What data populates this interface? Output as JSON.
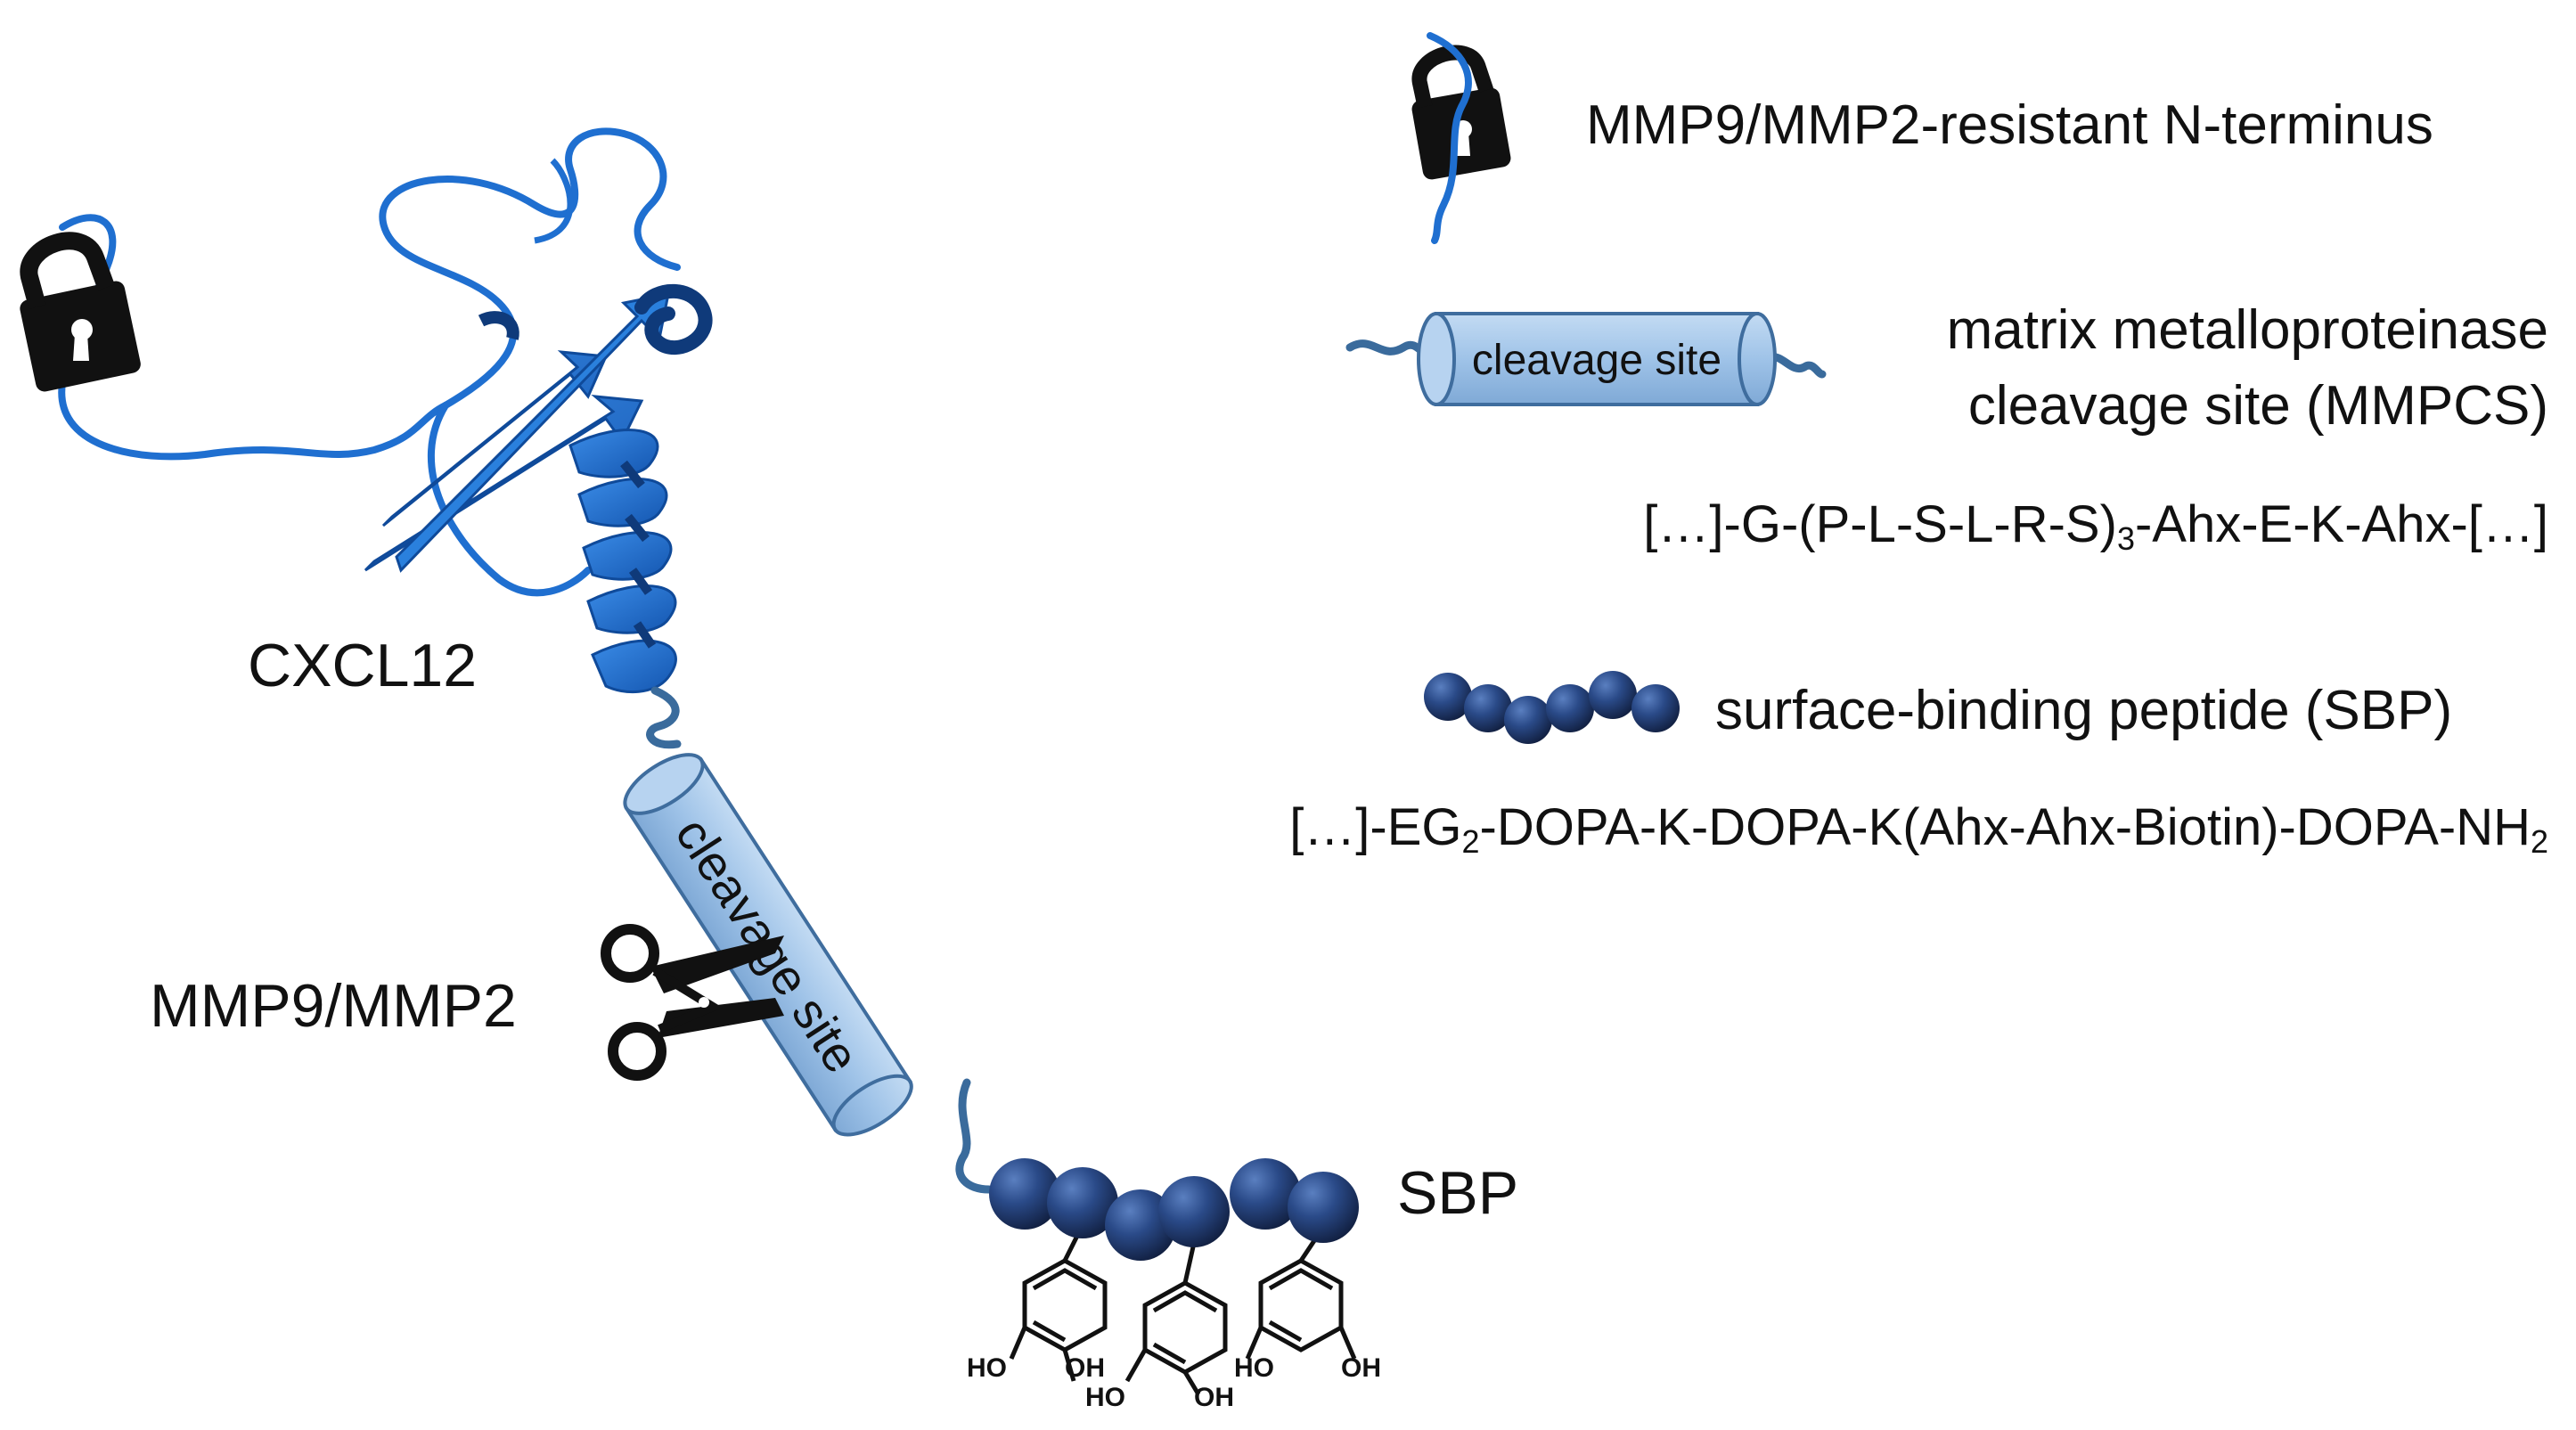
{
  "labels": {
    "protein": "CXCL12",
    "enzyme": "MMP9/MMP2",
    "sbp": "SBP",
    "cylinder_main": "cleavage site",
    "cylinder_legend": "cleavage site",
    "hydroxyl": "HO",
    "hydroxyl_right": "OH"
  },
  "legend": {
    "nterm": "MMP9/MMP2-resistant N-terminus",
    "mmpcs_line1": "matrix metalloproteinase",
    "mmpcs_line2": "cleavage site (MMPCS)",
    "mmpcs_seq_a": "[…]-G-(P-L-S-L-R-S)",
    "mmpcs_seq_sub": "3",
    "mmpcs_seq_b": "-Ahx-E-K-Ahx-[…]",
    "sbp_label": "surface-binding peptide (SBP)",
    "sbp_seq_a": "[…]-EG",
    "sbp_seq_sub1": "2",
    "sbp_seq_b": "-DOPA-K-DOPA-K(Ahx-Ahx-Biotin)-DOPA-NH",
    "sbp_seq_sub2": "2"
  },
  "colors": {
    "protein_blue": "#1f6fd0",
    "protein_dark": "#0f4a9a",
    "cylinder_fill": "#9fc3e8",
    "cylinder_stroke": "#3f6d9e",
    "linker": "#3a6b9c",
    "sphere": "#1f3d73",
    "black": "#111111"
  },
  "icons": [
    "lock-icon",
    "scissors-icon",
    "catechol-ring-icon",
    "protein-ribbon",
    "peptide-sphere-chain"
  ]
}
